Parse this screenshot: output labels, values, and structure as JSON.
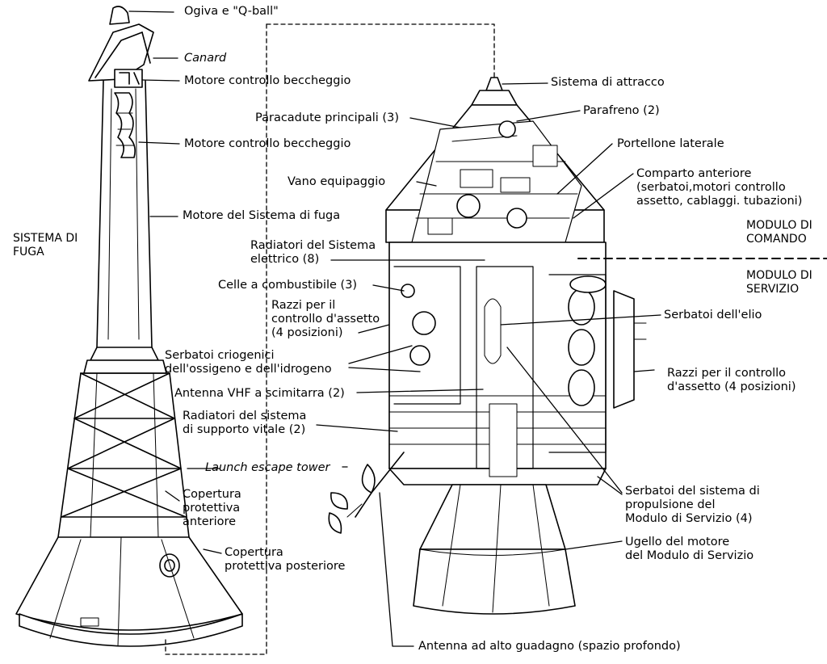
{
  "labels": {
    "ogiva": "Ogiva e \"Q-ball\"",
    "canard": "Canard",
    "motore_beccheggio_1": "Motore controllo beccheggio",
    "motore_beccheggio_2": "Motore controllo beccheggio",
    "motore_fuga": "Motore del Sistema di fuga",
    "sistema_attracco": "Sistema di attracco",
    "parafreno": "Parafreno (2)",
    "paracadute": "Paracadute principali (3)",
    "portellone": "Portellone laterale",
    "vano_equipaggio": "Vano equipaggio",
    "comparto_1": "Comparto anteriore",
    "comparto_2": "(serbatoi,motori controllo",
    "comparto_3": "assetto, cablaggi. tubazioni)",
    "radiatori_elettrico_1": "Radiatori del Sistema",
    "radiatori_elettrico_2": "elettrico (8)",
    "celle": "Celle a combustibile (3)",
    "razzi_sx_1": "Razzi per il",
    "razzi_sx_2": "controllo d'assetto",
    "razzi_sx_3": "(4 posizioni)",
    "serbatoi_elio": "Serbatoi dell'elio",
    "criogenici_1": "Serbatoi criogenici",
    "criogenici_2": "dell'ossigeno e dell'idrogeno",
    "razzi_dx_1": "Razzi per il controllo",
    "razzi_dx_2": "d'assetto (4 posizioni)",
    "antenna_vhf": "Antenna VHF a scimitarra (2)",
    "radiatori_vitale_1": "Radiatori del sistema",
    "radiatori_vitale_2": "di supporto vitale (2)",
    "launch_tower": "Launch escape tower",
    "copertura_ant_1": "Copertura",
    "copertura_ant_2": "protettiva",
    "copertura_ant_3": "anteriore",
    "copertura_post_1": "Copertura",
    "copertura_post_2": "protettiva posteriore",
    "serbatoi_propulsione_1": "Serbatoi del sistema di",
    "serbatoi_propulsione_2": "propulsione del",
    "serbatoi_propulsione_3": "Modulo di Servizio (4)",
    "ugello_1": "Ugello del motore",
    "ugello_2": "del Modulo di Servizio",
    "antenna_hg": "Antenna ad alto guadagno (spazio profondo)"
  },
  "sections": {
    "sistema_fuga_1": "SISTEMA DI",
    "sistema_fuga_2": "FUGA",
    "modulo_comando_1": "MODULO DI",
    "modulo_comando_2": "COMANDO",
    "modulo_servizio_1": "MODULO DI",
    "modulo_servizio_2": "SERVIZIO"
  }
}
